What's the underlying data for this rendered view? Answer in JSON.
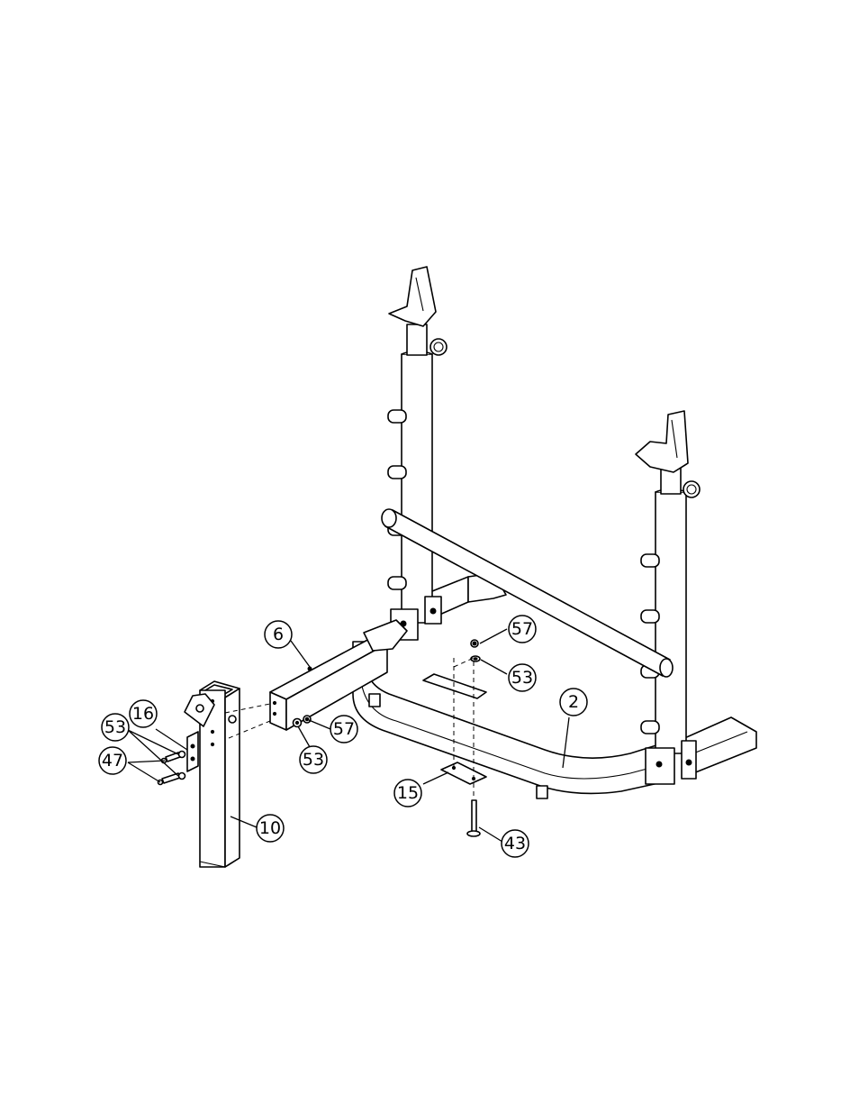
{
  "callouts": [
    {
      "label": "6"
    },
    {
      "label": "57"
    },
    {
      "label": "53"
    },
    {
      "label": "2"
    },
    {
      "label": "16"
    },
    {
      "label": "53"
    },
    {
      "label": "47"
    },
    {
      "label": "57"
    },
    {
      "label": "53"
    },
    {
      "label": "15"
    },
    {
      "label": "10"
    },
    {
      "label": "43"
    }
  ],
  "colors": {
    "line": "#000000",
    "background": "#ffffff"
  }
}
